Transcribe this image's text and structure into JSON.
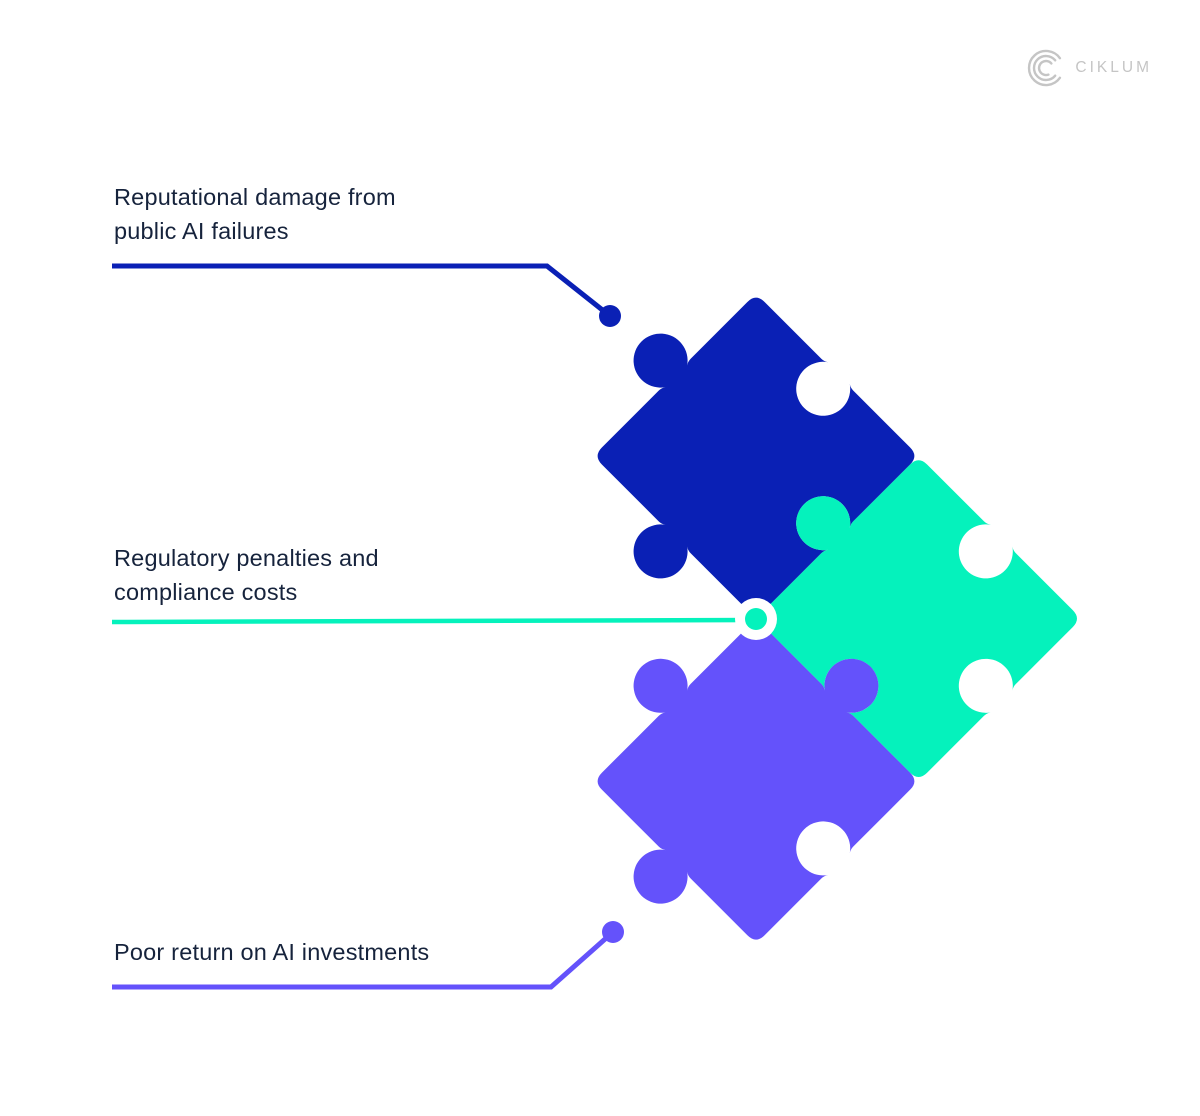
{
  "logo": {
    "text": "CIKLUM"
  },
  "colors": {
    "background": "#FFFFFF",
    "blue": "#0A20B5",
    "green": "#05F2BC",
    "purple": "#6452FB",
    "label_text": "#16233C",
    "logo_gray": "#C5C5C5",
    "junction_ring": "#FFFFFF"
  },
  "items": [
    {
      "id": "reputational-damage",
      "lines": [
        "Reputational damage from",
        "public AI failures"
      ],
      "color": "#0A20B5"
    },
    {
      "id": "regulatory-penalties",
      "lines": [
        "Regulatory penalties and",
        "compliance costs"
      ],
      "color": "#05F2BC"
    },
    {
      "id": "poor-return",
      "lines": [
        "Poor return on AI investments"
      ],
      "color": "#6452FB"
    }
  ]
}
